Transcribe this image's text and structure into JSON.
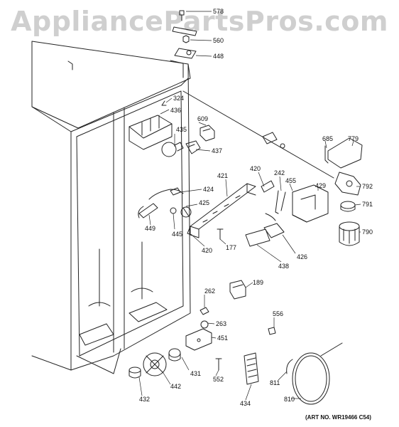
{
  "watermark": "AppliancePartsPros.com",
  "art_number": "(ART NO. WR19466 C54)",
  "parts": [
    "578",
    "560",
    "448",
    "324",
    "436",
    "609",
    "435",
    "437",
    "685",
    "779",
    "421",
    "420",
    "242",
    "455",
    "429",
    "792",
    "791",
    "424",
    "425",
    "449",
    "445",
    "790",
    "420",
    "177",
    "426",
    "438",
    "189",
    "262",
    "263",
    "556",
    "451",
    "431",
    "442",
    "552",
    "432",
    "434",
    "811",
    "810"
  ]
}
